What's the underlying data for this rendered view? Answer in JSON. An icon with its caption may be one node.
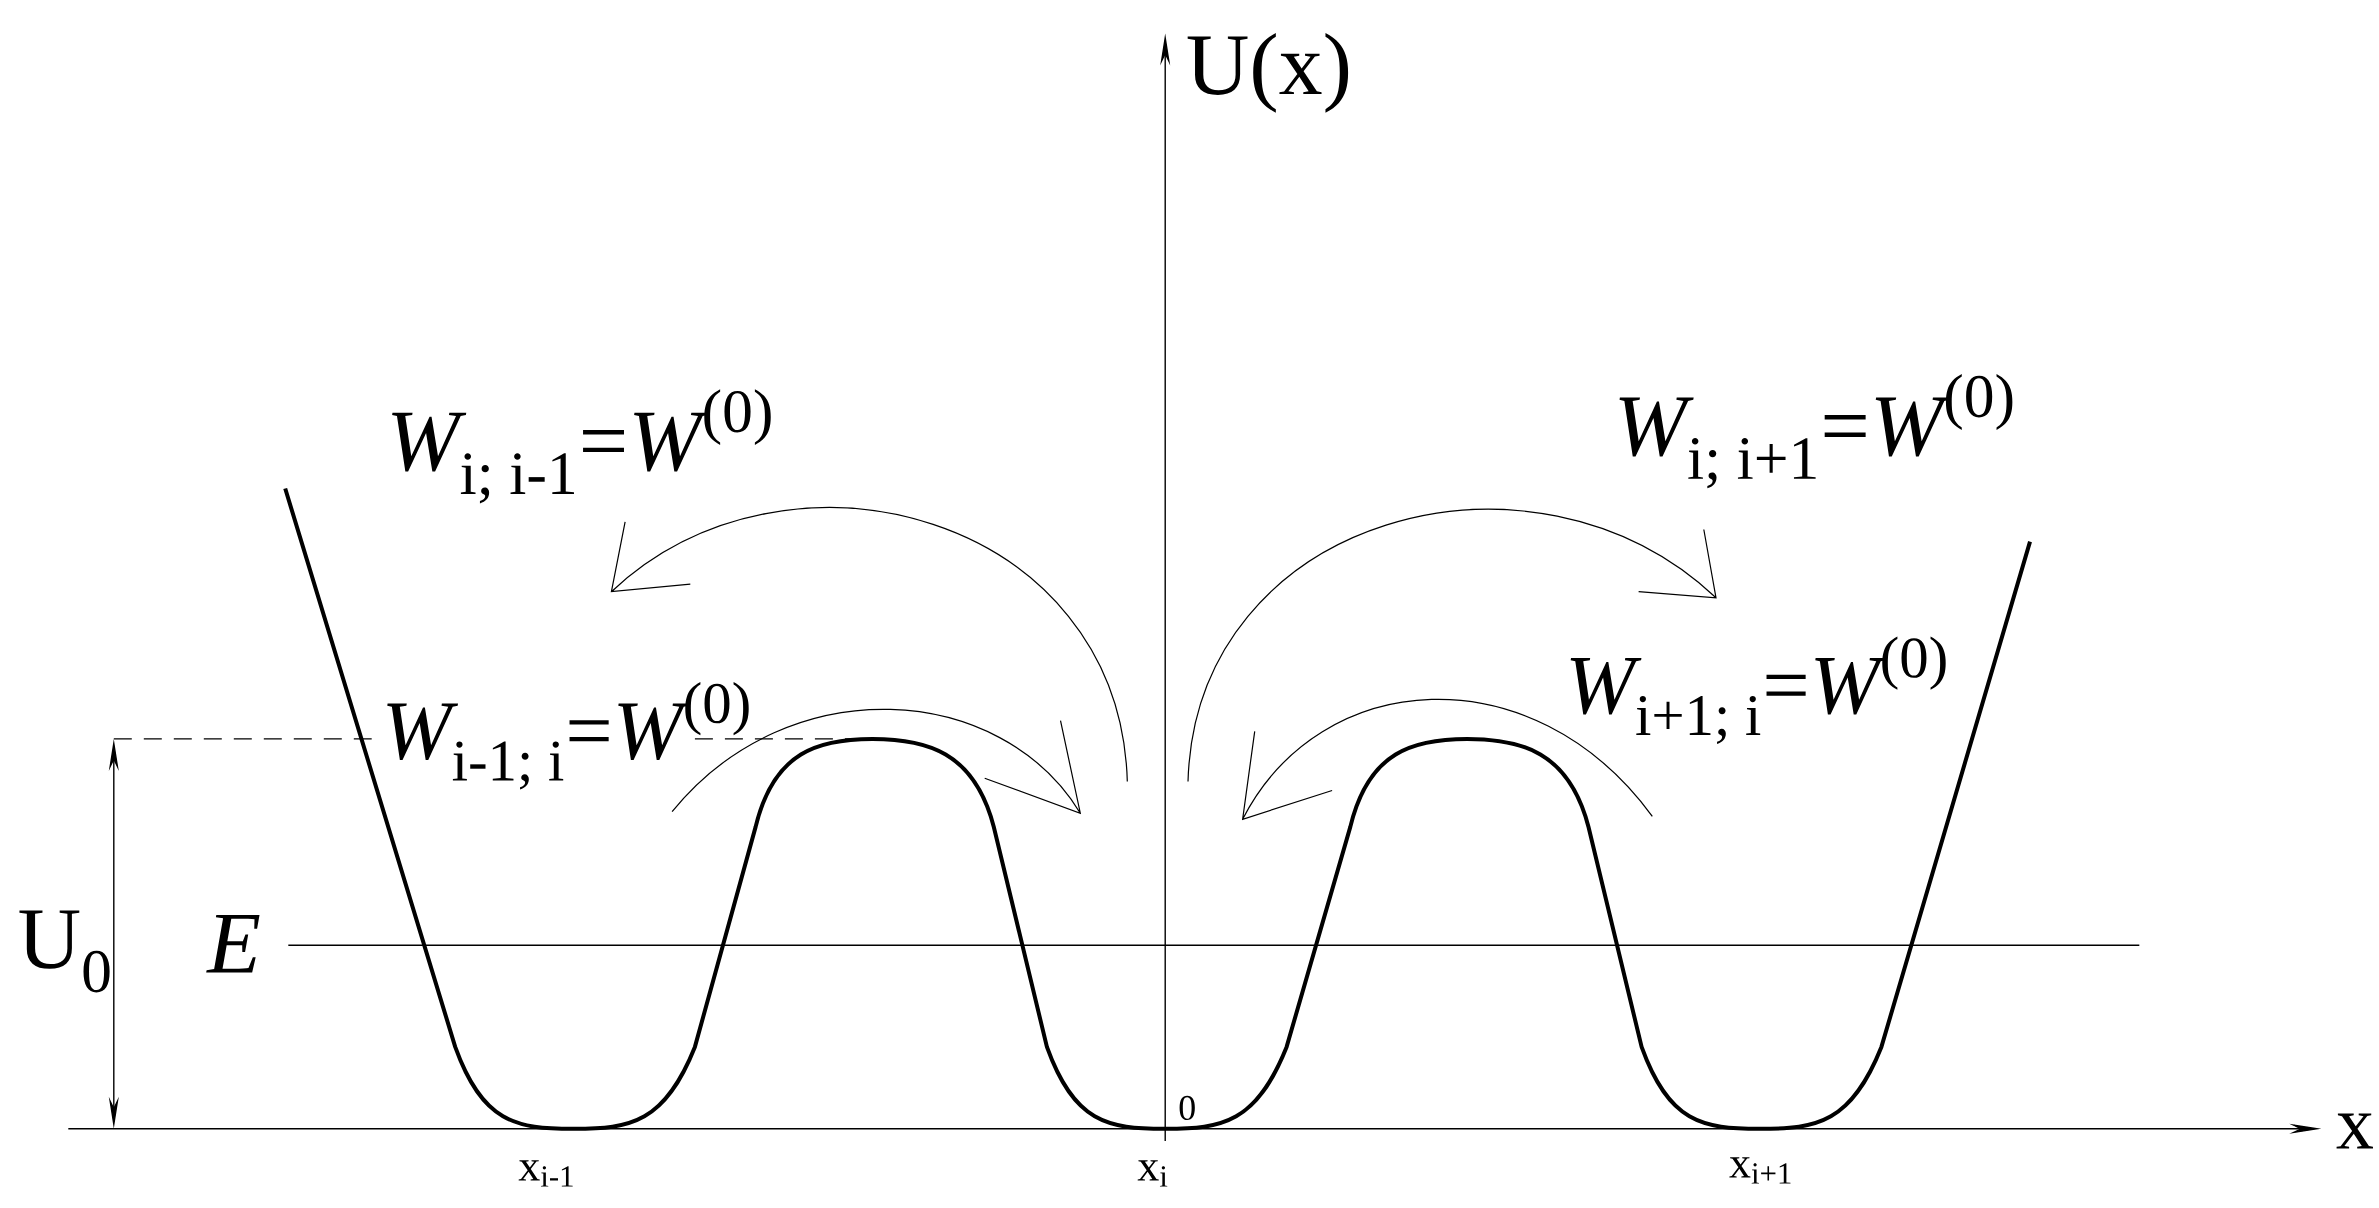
{
  "diagram": {
    "labels": [
      "U(x)",
      "\\textit{W}_{\\text{i; i+1}}\\text{=}\\textit{W}^{\\text{(0)}}",
      "\\textit{W}_{\\text{i; i-1}}\\text{=}\\textit{W}^{\\text{(0)}}",
      "\\textit{W}_{\\text{i+1; i}}\\text{=}\\textit{W}^{\\text{(0)}}",
      "\\textit{W}_{\\text{i-1; i}}\\text{=}\\textit{W}^{\\text{(0)}}",
      "\\text{U}_{\\text{0}}",
      "*E*",
      "0",
      "x",
      "\\text{x}_{\\text{i-1}}",
      "\\text{x}_{\\text{i}}",
      "\\text{x}_{\\text{i+1}}"
    ]
  }
}
